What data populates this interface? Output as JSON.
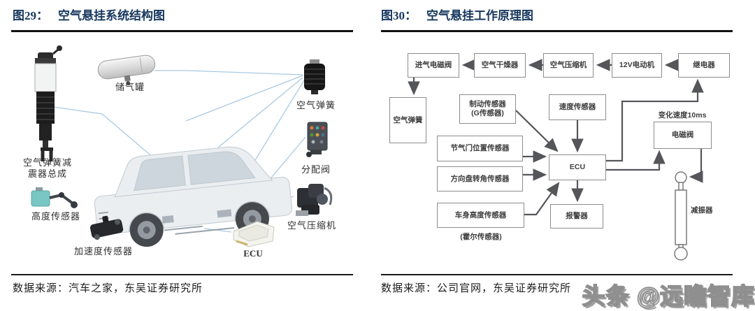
{
  "colors": {
    "title": "#17375e",
    "rule": "#111111",
    "flow_box_border": "#8c8c8c",
    "flow_arrow": "#55565a",
    "connector_line": "#aac9e3"
  },
  "left_panel": {
    "figure_label": "图29：",
    "title": "空气悬挂系统结构图",
    "source": "数据来源：汽车之家，东吴证券研究所",
    "labels": {
      "strut": "空气弹簧减\n震器总成",
      "tank": "储气罐",
      "air_spring": "空气弹簧",
      "valve": "分配阀",
      "compressor": "空气压缩机",
      "ecu": "ECU",
      "height_sensor": "高度传感器",
      "accel_sensor": "加速度传感器"
    }
  },
  "right_panel": {
    "figure_label": "图30：",
    "title": "空气悬挂工作原理图",
    "source": "数据来源：公司官网，东吴证券研究所",
    "flow": {
      "intake_valve": "进气电磁阀",
      "dryer": "空气干燥器",
      "compressor": "空气压缩机",
      "motor": "12V电动机",
      "relay": "继电器",
      "air_spring": "空气弹簧",
      "brake_sensor": "制动传感器\n(G传感器)",
      "speed_sensor": "速度传感器",
      "throttle_sensor": "节气门位置传感器",
      "steering_sensor": "方向盘转角传感器",
      "height_sensor": "车身高度传感器",
      "hall_note": "(霍尔传感器)",
      "ecu": "ECU",
      "alarm": "报警器",
      "solenoid_valve": "电磁阀",
      "rate_note": "变化速度10ms",
      "damper": "减振器"
    }
  },
  "watermark": "头条 @远瞻智库"
}
